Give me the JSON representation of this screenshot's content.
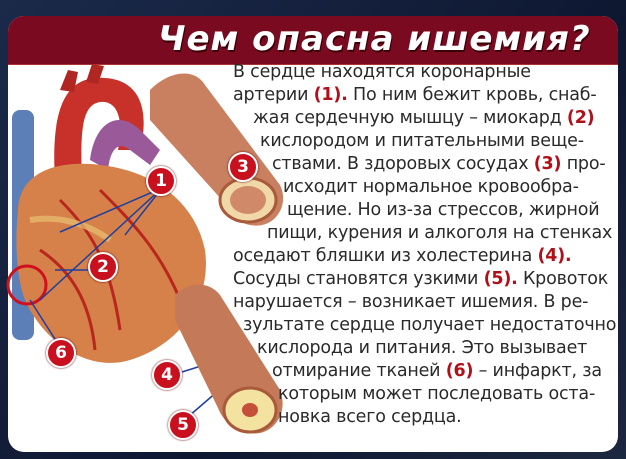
{
  "title": "Чем опасна ишемия?",
  "lines": [
    {
      "before": "В сердце находятся коронарные",
      "num": "",
      "after": ""
    },
    {
      "before": "артерии ",
      "num": "(1).",
      "after": " По ним бежит кровь, снаб-"
    },
    {
      "before": "жая сердечную мышцу – миокард ",
      "num": "(2)",
      "after": ""
    },
    {
      "before": "кислородом и питательными веще-",
      "num": "",
      "after": ""
    },
    {
      "before": "ствами. В здоровых сосудах ",
      "num": "(3)",
      "after": " про-"
    },
    {
      "before": "исходит нормальное кровообра-",
      "num": "",
      "after": ""
    },
    {
      "before": "щение. Но из-за стрессов, жирной",
      "num": "",
      "after": ""
    },
    {
      "before": "пищи, курения и алкоголя на стенках",
      "num": "",
      "after": ""
    },
    {
      "before": "оседают бляшки из холестерина ",
      "num": "(4).",
      "after": ""
    },
    {
      "before": "Сосуды становятся узкими ",
      "num": "(5).",
      "after": " Кровоток"
    },
    {
      "before": "нарушается – возникает ишемия. В ре-",
      "num": "",
      "after": ""
    },
    {
      "before": "зультате сердце получает недостаточно",
      "num": "",
      "after": ""
    },
    {
      "before": "кислорода и питания. Это вызывает",
      "num": "",
      "after": ""
    },
    {
      "before": "отмирание тканей ",
      "num": "(6)",
      "after": " – инфаркт, за"
    },
    {
      "before": "которым может последовать оста-",
      "num": "",
      "after": ""
    },
    {
      "before": "новка всего сердца.",
      "num": "",
      "after": ""
    }
  ],
  "markers": [
    "1",
    "2",
    "3",
    "4",
    "5",
    "6"
  ],
  "colors": {
    "title_bar": "#7a0a1f",
    "accent": "#b0101a",
    "background": "#1b2a4a"
  }
}
